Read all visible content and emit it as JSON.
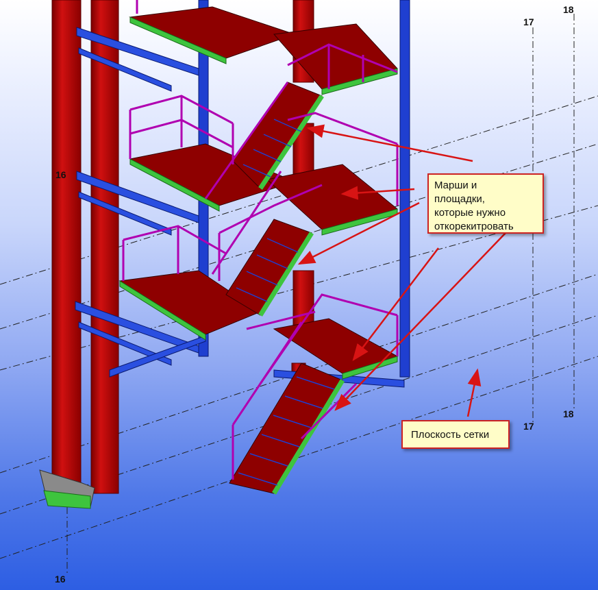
{
  "grid_labels": {
    "axis_16_top": "16",
    "axis_16_bottom": "16",
    "axis_17_top": "17",
    "axis_17_bottom": "17",
    "axis_18_top": "18",
    "axis_18_bottom": "18"
  },
  "callouts": {
    "stairs": {
      "line1": "Марши и",
      "line2": "площадки,",
      "line3": "которые нужно",
      "line4": "откорекитровать"
    },
    "grid_plane": {
      "text": "Плоскость сетки"
    }
  },
  "colors": {
    "column_red": "#b30000",
    "beam_blue": "#1f3fd0",
    "railing_magenta": "#b000b0",
    "tread_green": "#3ec43e",
    "deck_red": "#8e0000",
    "arrow_red": "#d81414",
    "callout_fill": "#fffdc8"
  }
}
